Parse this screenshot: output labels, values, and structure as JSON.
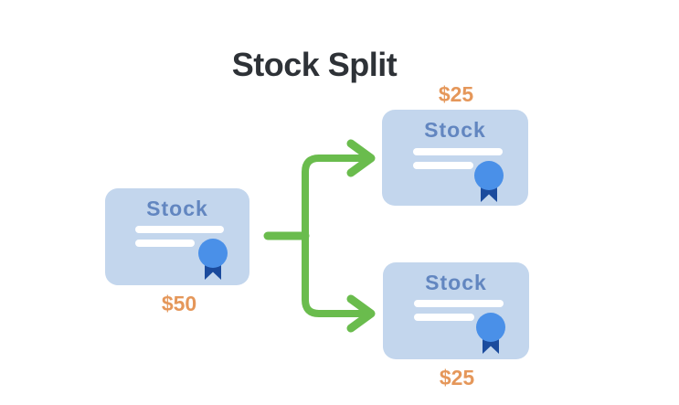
{
  "title": "Stock Split",
  "source_card": {
    "label": "Stock",
    "price": "$50"
  },
  "split_cards": [
    {
      "label": "Stock",
      "price": "$25"
    },
    {
      "label": "Stock",
      "price": "$25"
    }
  ],
  "icons": {
    "badge": "award-ribbon-icon",
    "arrow": "split-branch-arrow"
  },
  "colors": {
    "title_text": "#2e3237",
    "card_bg": "#c3d6ed",
    "card_label": "#6286c0",
    "line": "#ffffff",
    "price": "#e5975a",
    "arrow": "#6abc4d",
    "badge_circle": "#4a90e8",
    "badge_ribbon": "#1b4b9d"
  }
}
